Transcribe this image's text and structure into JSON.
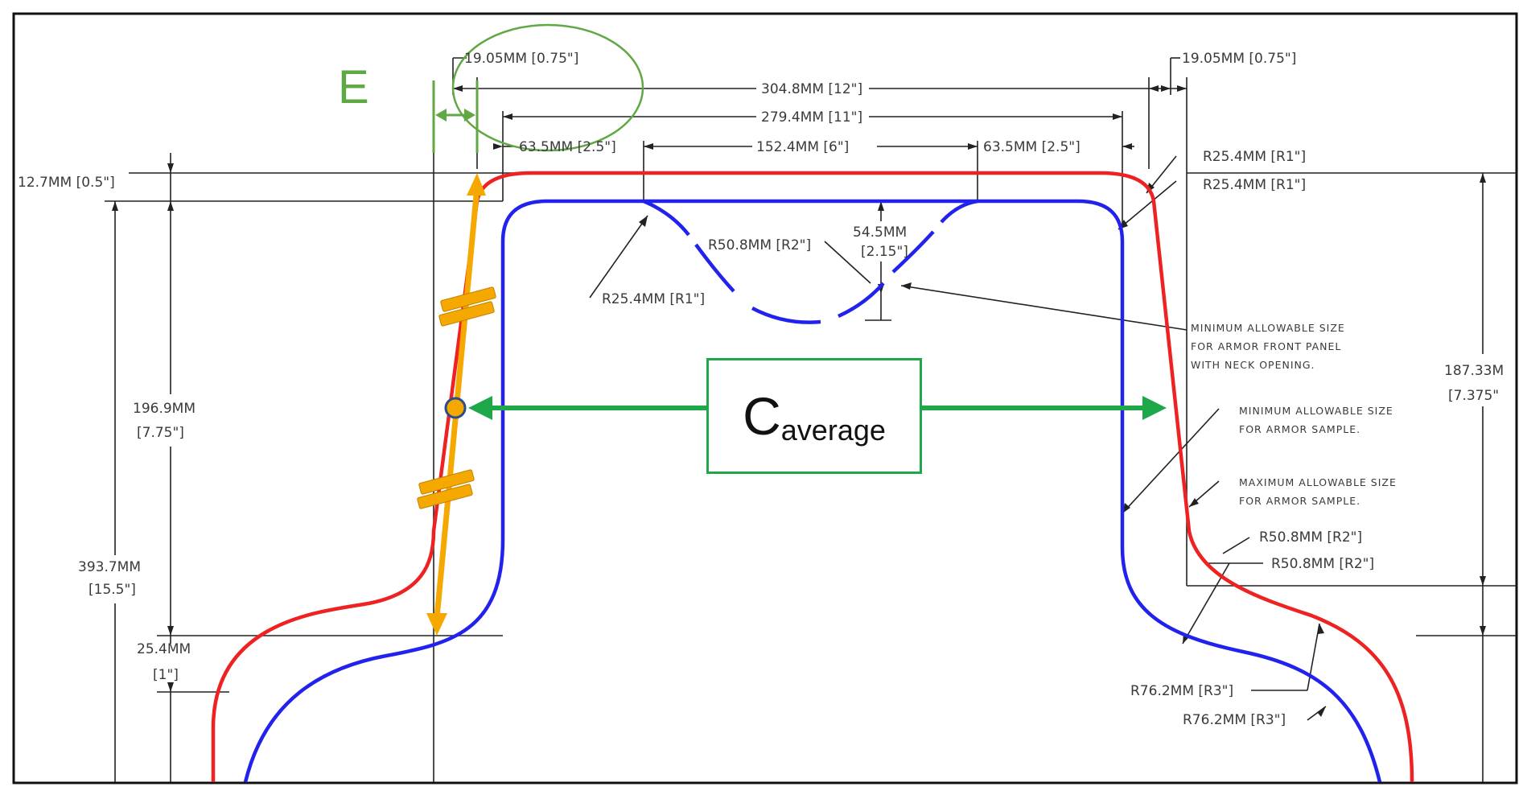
{
  "label_e": "E",
  "label_c_main": "C",
  "label_c_sub": "average",
  "colors": {
    "max_outline": "#ee2222",
    "min_outline": "#2222ee",
    "c_arrow": "#1ea84a",
    "e_marker": "#5fa843",
    "strap": "#f5a800",
    "dimension": "#222222"
  },
  "dims": {
    "top_left_19": "19.05MM [0.75\"]",
    "top_right_19": "19.05MM [0.75\"]",
    "overall_304": "304.8MM [12\"]",
    "overall_279": "279.4MM [11\"]",
    "left_63": "63.5MM [2.5\"]",
    "center_152": "152.4MM [6\"]",
    "right_63": "63.5MM [2.5\"]",
    "r25_top1": "R25.4MM [R1\"]",
    "r25_top2": "R25.4MM [R1\"]",
    "left_12": "12.7MM [0.5\"]",
    "r50_neck": "R50.8MM [R2\"]",
    "neck_54_a": "54.5MM",
    "neck_54_b": "[2.15\"]",
    "r25_neck": "R25.4MM [R1\"]",
    "left_196_a": "196.9MM",
    "left_196_b": "[7.75\"]",
    "left_393_a": "393.7MM",
    "left_393_b": "[15.5\"]",
    "left_25_a": "25.4MM",
    "left_25_b": "[1\"]",
    "right_187_a": "187.33M",
    "right_187_b": "[7.375\"",
    "r50_right1": "R50.8MM [R2\"]",
    "r50_right2": "R50.8MM [R2\"]",
    "r76_right1": "R76.2MM [R3\"]",
    "r76_right2": "R76.2MM [R3\"]"
  },
  "notes": {
    "neck_1": "MINIMUM ALLOWABLE SIZE",
    "neck_2": "FOR ARMOR FRONT PANEL",
    "neck_3": "WITH NECK OPENING.",
    "min_1": "MINIMUM ALLOWABLE SIZE",
    "min_2": "FOR ARMOR SAMPLE.",
    "max_1": "MAXIMUM ALLOWABLE SIZE",
    "max_2": "FOR ARMOR SAMPLE."
  }
}
